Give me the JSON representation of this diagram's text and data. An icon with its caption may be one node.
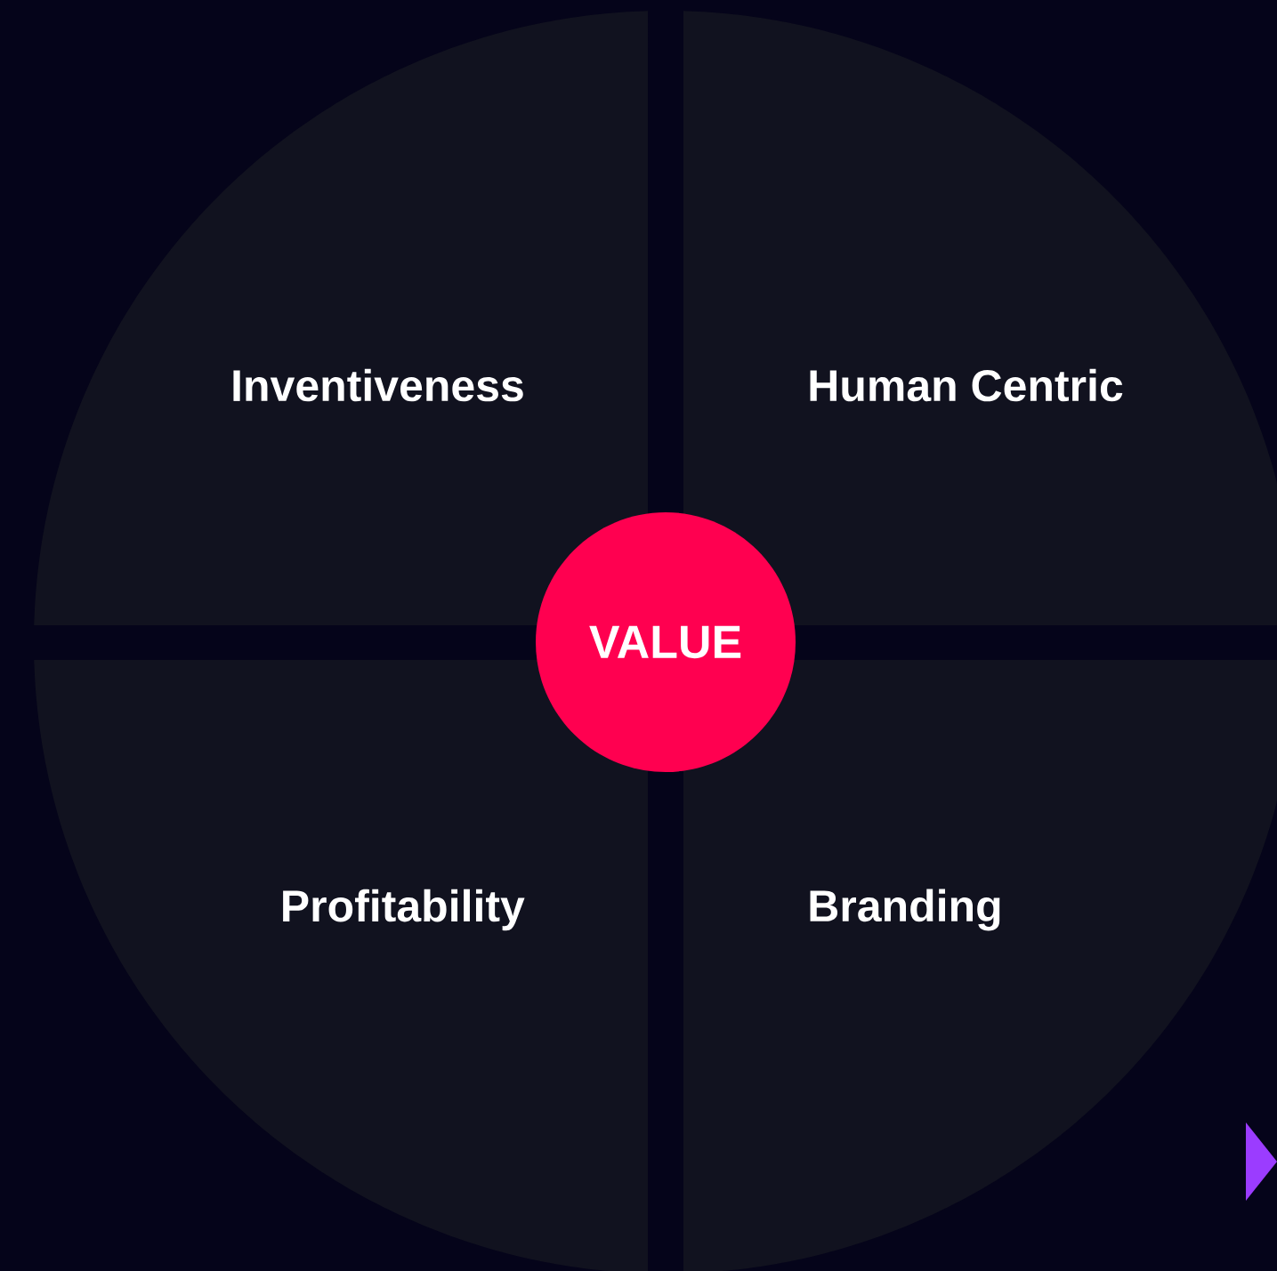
{
  "diagram": {
    "nodes": [
      {
        "text": [
          "Inventiveness"
        ]
      },
      {
        "text": [
          "Human Centric"
        ]
      },
      {
        "text": [
          "VALUE"
        ]
      },
      {
        "text": [
          "Profitability"
        ]
      },
      {
        "text": [
          "Branding"
        ]
      },
      {
        "text": [],
        "shape": "triangle"
      }
    ]
  }
}
